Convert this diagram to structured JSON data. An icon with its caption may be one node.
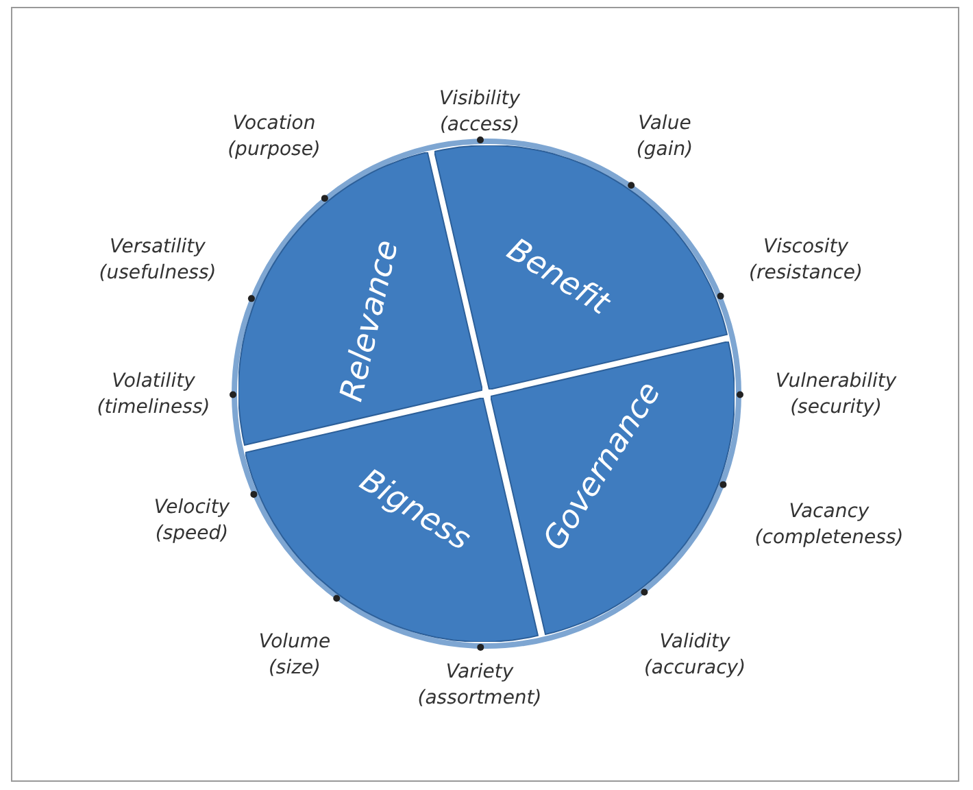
{
  "diagram": {
    "nodes": [
      {
        "text": [],
        "shape": "circle"
      },
      {
        "text": [
          "Relevance"
        ],
        "in": 0
      },
      {
        "text": [
          "Benefit"
        ],
        "in": 0
      },
      {
        "text": [
          "Bigness"
        ],
        "in": 0
      },
      {
        "text": [
          "Governance"
        ],
        "in": 0
      }
    ],
    "labels": [
      "Visibility (access)",
      "Vocation (purpose)",
      "Value (gain)",
      "Versatility (usefulness)",
      "Viscosity (resistance)",
      "Volatility (timeliness)",
      "Vulnerability (security)",
      "Velocity (speed)",
      "Vacancy (completeness)",
      "Volume (size)",
      "Validity (accuracy)",
      "Variety (assortment)"
    ]
  }
}
